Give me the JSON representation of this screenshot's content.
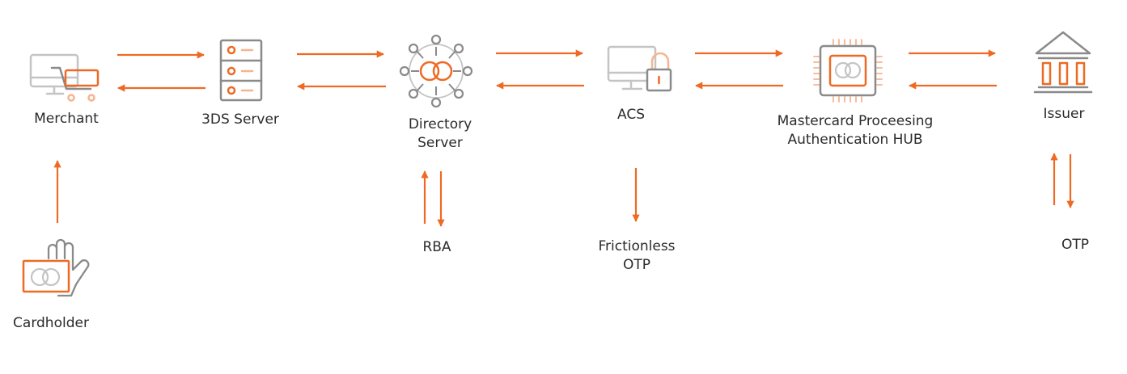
{
  "colors": {
    "orange": "#ee6a24",
    "grey": "#8a8a8a",
    "light_grey": "#c4c4c4",
    "light_orange": "#f6b48f",
    "text": "#2b2b2b"
  },
  "nodes": {
    "merchant": {
      "label": "Merchant",
      "icon": "shopping-cart-monitor-icon"
    },
    "three_ds_server": {
      "label": "3DS Server",
      "icon": "server-rack-icon"
    },
    "directory_server": {
      "label_line1": "Directory",
      "label_line2": "Server",
      "icon": "network-hub-icon"
    },
    "acs": {
      "label": "ACS",
      "icon": "monitor-lock-icon"
    },
    "hub": {
      "label_line1": "Mastercard Proceesing",
      "label_line2": "Authentication HUB",
      "icon": "chip-processor-icon"
    },
    "issuer": {
      "label": "Issuer",
      "icon": "bank-building-icon"
    },
    "cardholder": {
      "label": "Cardholder",
      "icon": "hand-holding-card-icon"
    },
    "rba": {
      "label": "RBA"
    },
    "frictionless": {
      "label_line1": "Frictionless",
      "label_line2": "OTP"
    },
    "otp": {
      "label": "OTP"
    }
  }
}
